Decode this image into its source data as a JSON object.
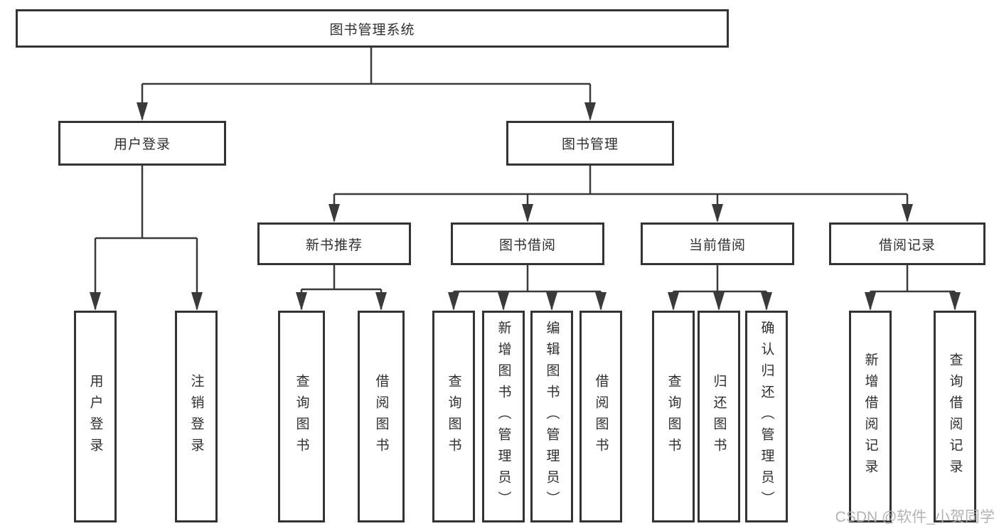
{
  "tree": {
    "root": "图书管理系统",
    "branches": [
      {
        "label": "用户登录",
        "children": [
          "用户登录",
          "注销登录"
        ]
      },
      {
        "label": "图书管理",
        "groups": [
          {
            "label": "新书推荐",
            "children": [
              "查询图书",
              "借阅图书"
            ]
          },
          {
            "label": "图书借阅",
            "children": [
              "查询图书",
              "新增图书（管理员）",
              "编辑图书（管理员）",
              "借阅图书"
            ]
          },
          {
            "label": "当前借阅",
            "children": [
              "查询图书",
              "归还图书",
              "确认归还（管理员）"
            ]
          },
          {
            "label": "借阅记录",
            "children": [
              "新增借阅记录",
              "查询借阅记录"
            ]
          }
        ]
      }
    ]
  },
  "watermark": "CSDN @软件_小贺同学",
  "colors": {
    "line": "#3a3a3a",
    "box_border": "#333333",
    "text": "#2f2f2f",
    "background": "#ffffff",
    "watermark": "#acacac"
  }
}
